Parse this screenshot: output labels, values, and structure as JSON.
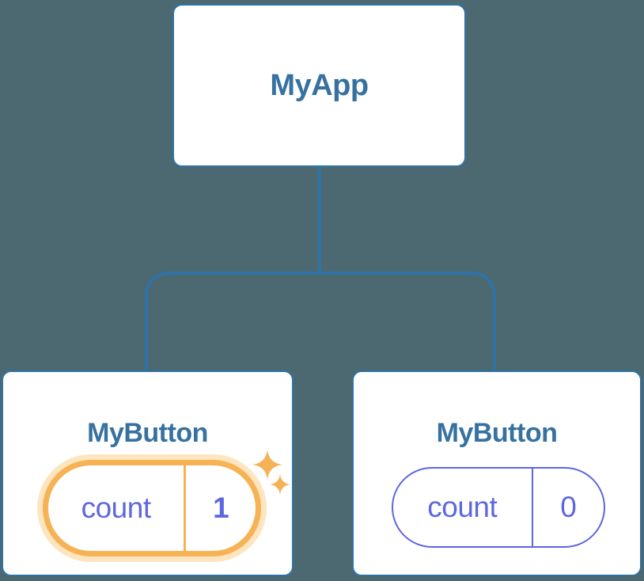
{
  "diagram": {
    "kind": "component-tree",
    "root": {
      "label": "MyApp"
    },
    "children": [
      {
        "label": "MyButton",
        "state": {
          "key": "count",
          "value": "1"
        },
        "highlighted": true
      },
      {
        "label": "MyButton",
        "state": {
          "key": "count",
          "value": "0"
        },
        "highlighted": false
      }
    ]
  },
  "icons": {
    "sparkle": "four-point-star"
  },
  "colors": {
    "background": "#4C6971",
    "card_background": "#FFFFFF",
    "card_border": "#2E73A7",
    "connector": "#2E73A7",
    "component_label": "#36719F",
    "state_text": "#5D67DE",
    "state_border_default": "#5D67DE",
    "highlight_border": "#F6B254",
    "highlight_glow": "#FCE5BF",
    "sparkle": "#F5B155"
  }
}
